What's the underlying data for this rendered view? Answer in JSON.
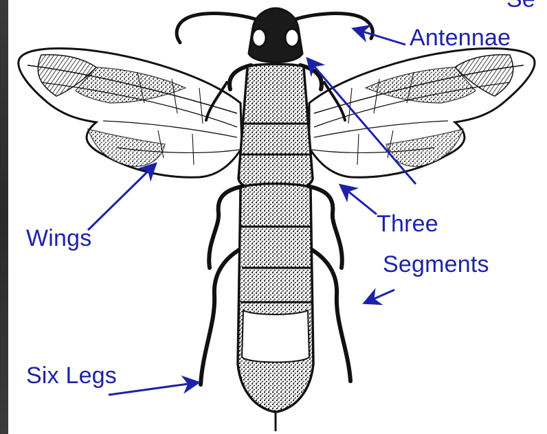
{
  "labels": {
    "top_cut": "Se",
    "antennae": "Antennae",
    "wings": "Wings",
    "three": "Three",
    "segments": "Segments",
    "six_legs": "Six Legs"
  },
  "colors": {
    "label": "#1c22a8",
    "arrow": "#1c22a8",
    "ink": "#111111",
    "paper": "#ffffff",
    "edge": "#2b2b2b"
  }
}
